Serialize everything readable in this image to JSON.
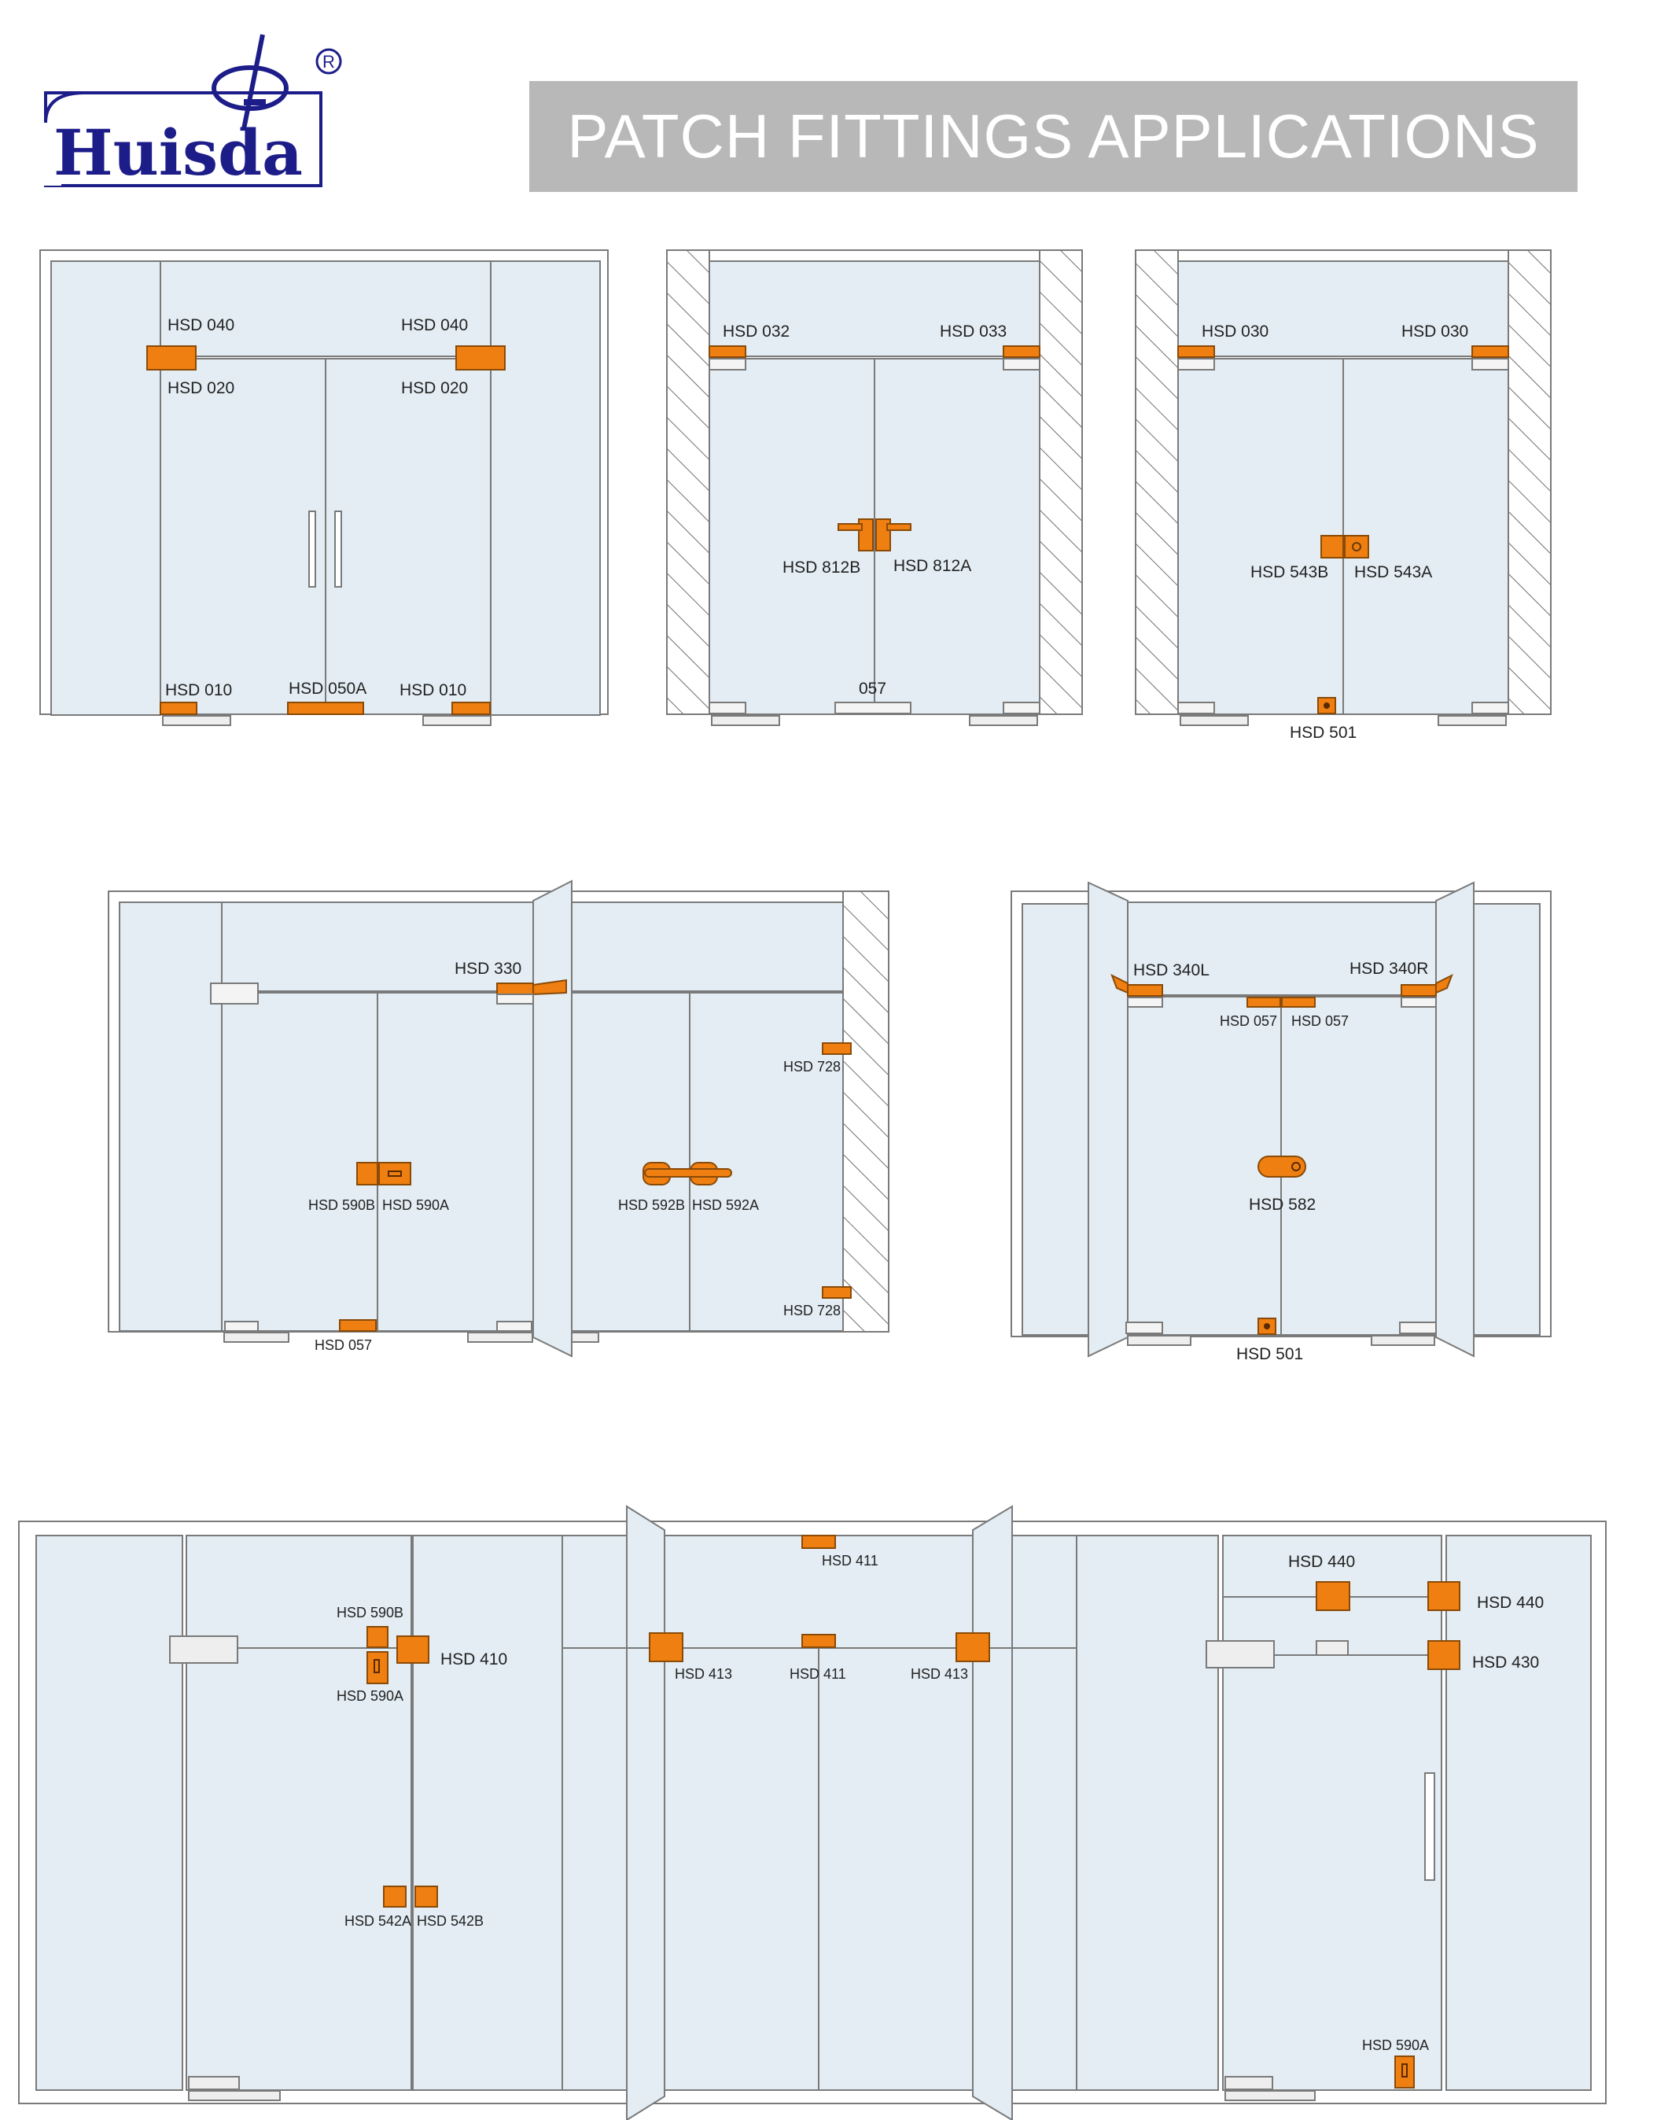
{
  "logo": {
    "brand": "Huisda",
    "registered": "®"
  },
  "header": {
    "title": "PATCH FITTINGS APPLICATIONS"
  },
  "colors": {
    "glass": "#e3edf3",
    "fitting": "#ee7f10",
    "frame": "#7a7a7a",
    "banner": "#b8b8b8"
  },
  "diagrams": [
    {
      "id": "d1",
      "labels": [
        "HSD 040",
        "HSD 040",
        "HSD 020",
        "HSD 020",
        "HSD 010",
        "HSD 050A",
        "HSD 010"
      ]
    },
    {
      "id": "d2",
      "labels": [
        "HSD 032",
        "HSD 033",
        "HSD 812B",
        "HSD 812A",
        "057"
      ]
    },
    {
      "id": "d3",
      "labels": [
        "HSD 030",
        "HSD 030",
        "HSD 543B",
        "HSD 543A",
        "HSD 501"
      ]
    },
    {
      "id": "d4",
      "labels": [
        "HSD 330",
        "HSD 728",
        "HSD 590B",
        "HSD 590A",
        "HSD 592B",
        "HSD 592A",
        "HSD 728",
        "HSD 057"
      ]
    },
    {
      "id": "d5",
      "labels": [
        "HSD 340L",
        "HSD 340R",
        "HSD 057",
        "HSD 057",
        "HSD 582",
        "HSD 501"
      ]
    },
    {
      "id": "d6",
      "labels": [
        "HSD 590B",
        "HSD 410",
        "HSD 590A",
        "HSD 542A",
        "HSD 542B",
        "HSD 411",
        "HSD 413",
        "HSD 411",
        "HSD 413",
        "HSD 440",
        "HSD 440",
        "HSD 430",
        "HSD 590A"
      ]
    }
  ]
}
